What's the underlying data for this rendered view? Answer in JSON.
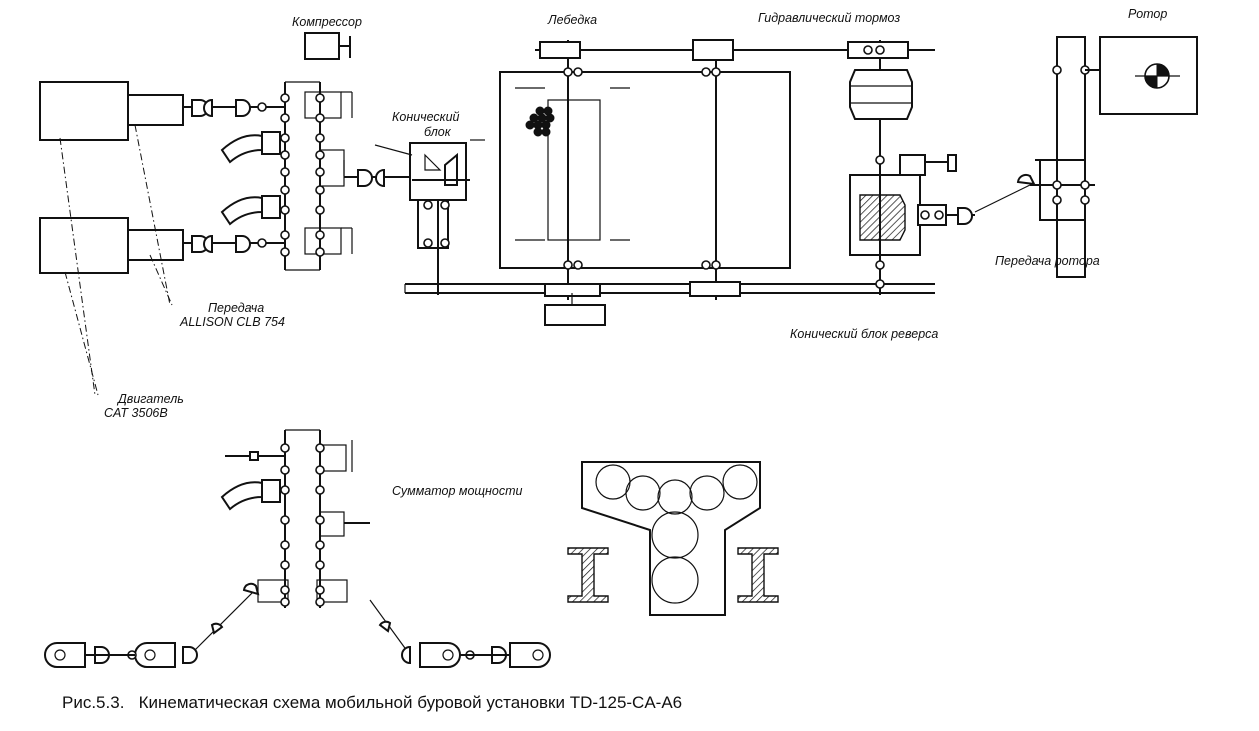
{
  "labels": {
    "compressor": "Компрессор",
    "winch": "Лебедка",
    "hydraulic_brake": "Гидравлический тормоз",
    "rotor": "Ротор",
    "conical_block_1": "Конический",
    "conical_block_2": "блок",
    "rotor_transmission": "Передача ротора",
    "transmission_1": "Передача",
    "transmission_2": "ALLISON CLB 754",
    "reverse_block": "Конический блок реверса",
    "engine_1": "Двигатель",
    "engine_2": "CAT 3506B",
    "power_summator": "Сумматор мощности"
  },
  "caption": "Рис.5.3.   Кинематическая схема мобильной буровой установки TD-125-CA-A6"
}
